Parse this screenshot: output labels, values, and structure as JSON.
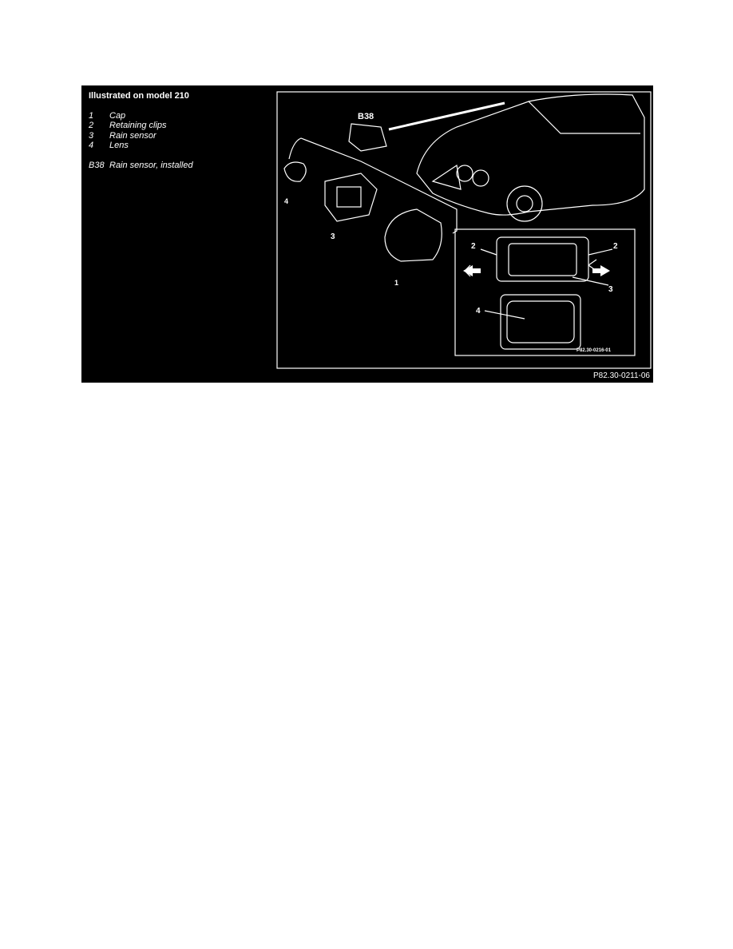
{
  "figure": {
    "title": "Illustrated on model 210",
    "legend": [
      {
        "key": "1",
        "label": "Cap"
      },
      {
        "key": "2",
        "label": "Retaining clips"
      },
      {
        "key": "3",
        "label": "Rain sensor"
      },
      {
        "key": "4",
        "label": "Lens"
      }
    ],
    "extra": {
      "key": "B38",
      "label": "Rain sensor, installed"
    },
    "callouts": {
      "b38": "B38",
      "c1": "1",
      "c2": "2",
      "c3": "3",
      "c4": "4"
    },
    "inset_code": "P82.30-0216-01",
    "figure_code": "P82.30-0211-06"
  }
}
